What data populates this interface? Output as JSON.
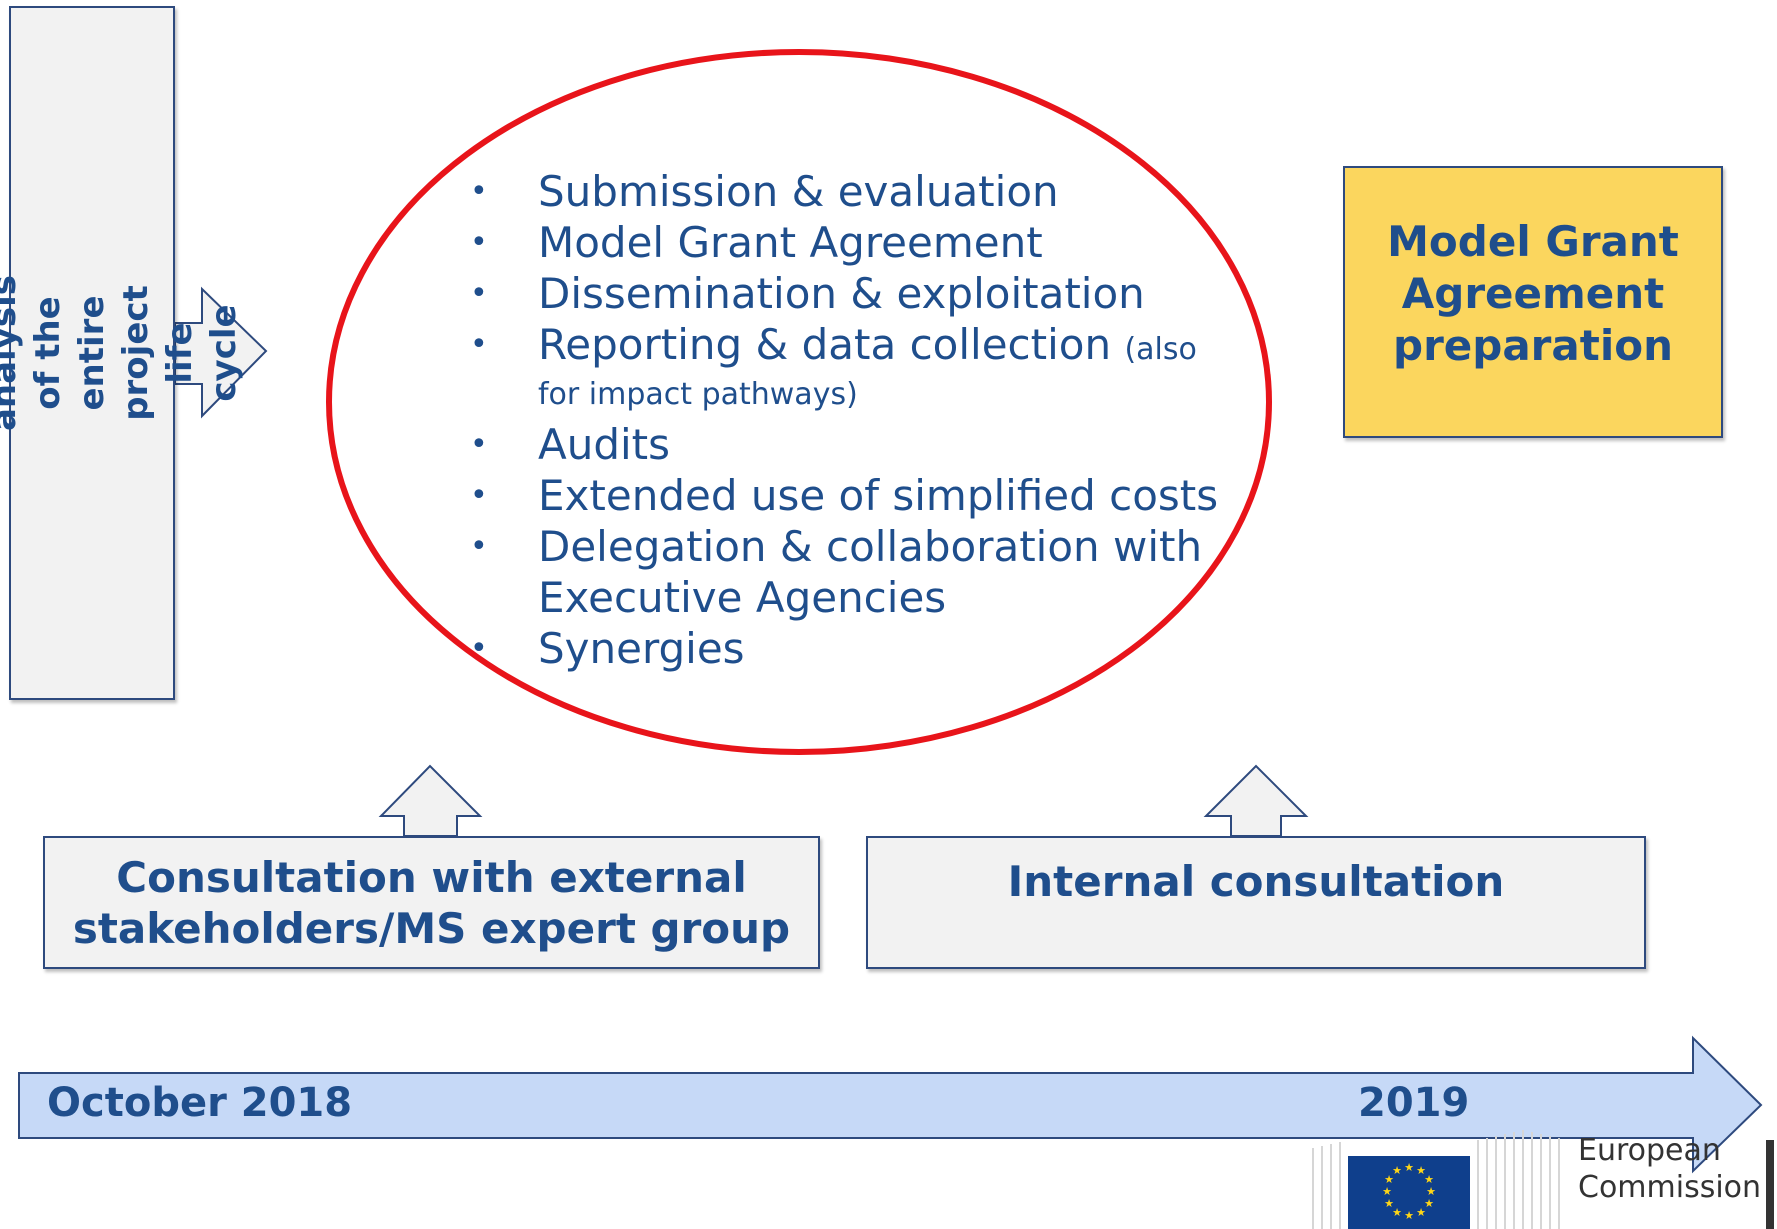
{
  "left_box": {
    "text": "Full analysis of the entire project life cycle"
  },
  "ellipse": {
    "items": [
      {
        "text": "Submission & evaluation"
      },
      {
        "text": "Model Grant Agreement"
      },
      {
        "text": "Dissemination & exploitation"
      },
      {
        "text": "Reporting & data collection",
        "note": "(also",
        "sub": "for impact pathways)"
      },
      {
        "text": "Audits"
      },
      {
        "text": "Extended use of simplified costs"
      },
      {
        "text": "Delegation & collaboration with Executive Agencies"
      },
      {
        "text": "Synergies"
      }
    ],
    "bullet": "•"
  },
  "right_box": {
    "text": "Model Grant Agreement preparation"
  },
  "consultations": {
    "external": "Consultation with external stakeholders/MS expert group",
    "internal": "Internal consultation"
  },
  "timeline": {
    "start": "October 2018",
    "end": "2019"
  },
  "logo": {
    "line1": "European",
    "line2": "Commission"
  },
  "colors": {
    "text": "#1f4e8c",
    "outline": "#2e4a7e",
    "box_fill": "#f2f2f2",
    "highlight_fill": "#fbd65e",
    "ellipse_stroke": "#e8141a",
    "timeline_fill": "#c6d9f7"
  }
}
